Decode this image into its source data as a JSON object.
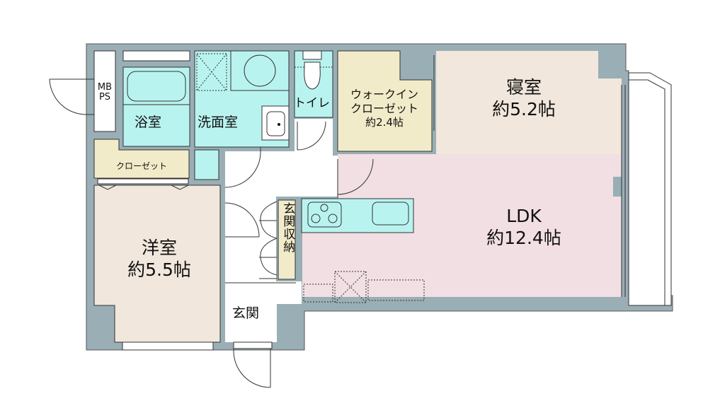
{
  "colors": {
    "wall": "#9aaeb5",
    "wet_area": "#b9f3ef",
    "storage": "#f2ebc9",
    "bedroom": "#f1e7dc",
    "ldk": "#f1dfe3",
    "hall": "#ffffff",
    "line": "#333333"
  },
  "rooms": {
    "mbps": {
      "line1": "MB",
      "line2": "PS"
    },
    "bath": {
      "name": "浴室"
    },
    "washroom": {
      "name": "洗面室"
    },
    "toilet": {
      "name": "トイレ"
    },
    "walkin_closet": {
      "line1": "ウォークイン",
      "line2": "クローゼット",
      "size": "約2.4帖"
    },
    "bedroom": {
      "name": "寝室",
      "size": "約5.2帖"
    },
    "closet": {
      "name": "クローゼット"
    },
    "western_room": {
      "name": "洋室",
      "size": "約5.5帖"
    },
    "entrance_storage": {
      "name": "玄関収納"
    },
    "entrance": {
      "name": "玄関"
    },
    "ldk": {
      "name": "LDK",
      "size": "約12.4帖"
    }
  }
}
